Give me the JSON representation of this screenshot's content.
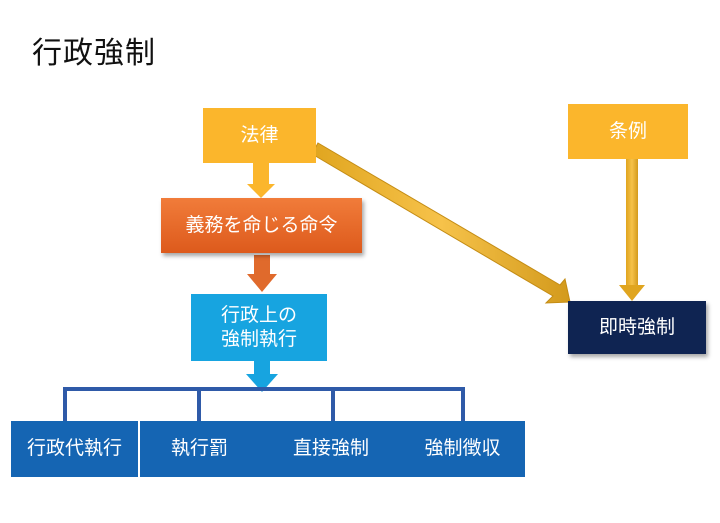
{
  "title": "行政強制",
  "nodes": {
    "law": "法律",
    "ordinance": "条例",
    "order": "義務を命じる命令",
    "exec_line1": "行政上の",
    "exec_line2": "強制執行",
    "immediate": "即時強制",
    "daishikko": "行政代執行",
    "shikkobatsu": "執行罰",
    "chokusetsu": "直接強制",
    "choshu": "強制徴収"
  },
  "colors": {
    "yellow": "#fbb62c",
    "orange": "#e8662a",
    "light_blue": "#17a4e0",
    "navy": "#0f2452",
    "blue": "#1565b3",
    "bracket": "#2f5aa8"
  }
}
